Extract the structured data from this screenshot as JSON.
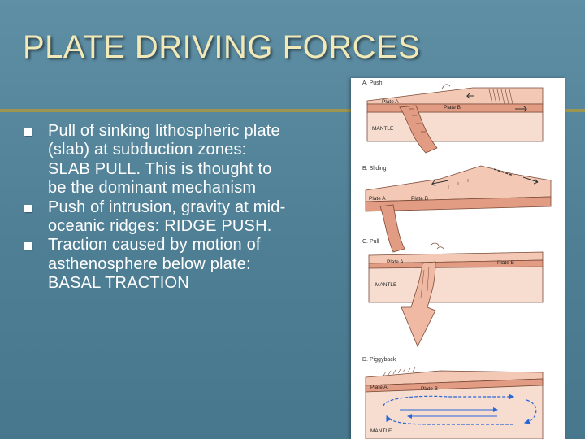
{
  "slide": {
    "title": "PLATE DRIVING FORCES",
    "bullets": [
      "Pull of sinking lithospheric plate (slab) at subduction zones: SLAB PULL.  This is thought to be the dominant mechanism",
      "Push of intrusion, gravity at mid-oceanic ridges: RIDGE PUSH.",
      "Traction caused by motion of asthenosphere below plate: BASAL TRACTION"
    ]
  },
  "figure": {
    "panel_a": {
      "heading": "A. Push",
      "plate_a": "Plate A",
      "plate_b": "Plate B",
      "mantle": "MANTLE"
    },
    "panel_b": {
      "heading": "B. Sliding",
      "plate_a": "Plate A",
      "plate_b": "Plate B"
    },
    "panel_c": {
      "heading": "C. Pull",
      "plate_a": "Plate A",
      "plate_b": "Plate B",
      "mantle": "MANTLE"
    },
    "panel_d": {
      "heading": "D. Piggyback",
      "plate_a": "Plate A",
      "plate_b": "Plate B",
      "mantle": "MANTLE"
    }
  },
  "colors": {
    "background": "#5f8fa5",
    "title": "#f2e9b8",
    "rule": "#9b9550",
    "plate_top": "#f3c8b4",
    "plate_side": "#e29c83",
    "outline": "#7a4a38",
    "flow_arrows": "#2a66d8"
  }
}
